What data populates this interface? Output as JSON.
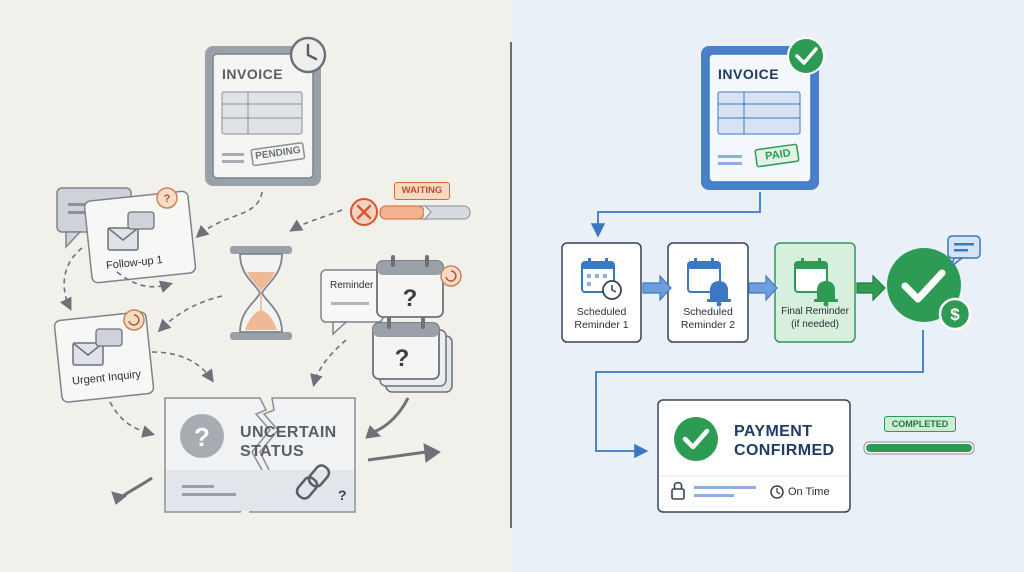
{
  "left": {
    "invoice": {
      "title": "INVOICE",
      "stamp": "PENDING"
    },
    "waiting_badge": "WAITING",
    "followup_label": "Follow-up 1",
    "urgent_label": "Urgent Inquiry",
    "reminder_label": "Reminder",
    "status_card": {
      "line1": "UNCERTAIN",
      "line2": "STATUS"
    }
  },
  "right": {
    "invoice": {
      "title": "INVOICE",
      "stamp": "PAID"
    },
    "steps": [
      {
        "line1": "Scheduled",
        "line2": "Reminder 1"
      },
      {
        "line1": "Scheduled",
        "line2": "Reminder 2"
      },
      {
        "line1": "Final Reminder",
        "line2": "(if needed)"
      }
    ],
    "completed_badge": "COMPLETED",
    "confirm_card": {
      "line1": "PAYMENT",
      "line2": "CONFIRMED",
      "footer": "On Time"
    }
  },
  "colors": {
    "left_bg": "#f2f0ea",
    "right_bg": "#e9f0f8",
    "success_green": "#2e9b55",
    "accent_blue": "#3b78c4",
    "warning_orange": "#d86a36",
    "neutral_gray": "#8a8f98"
  }
}
